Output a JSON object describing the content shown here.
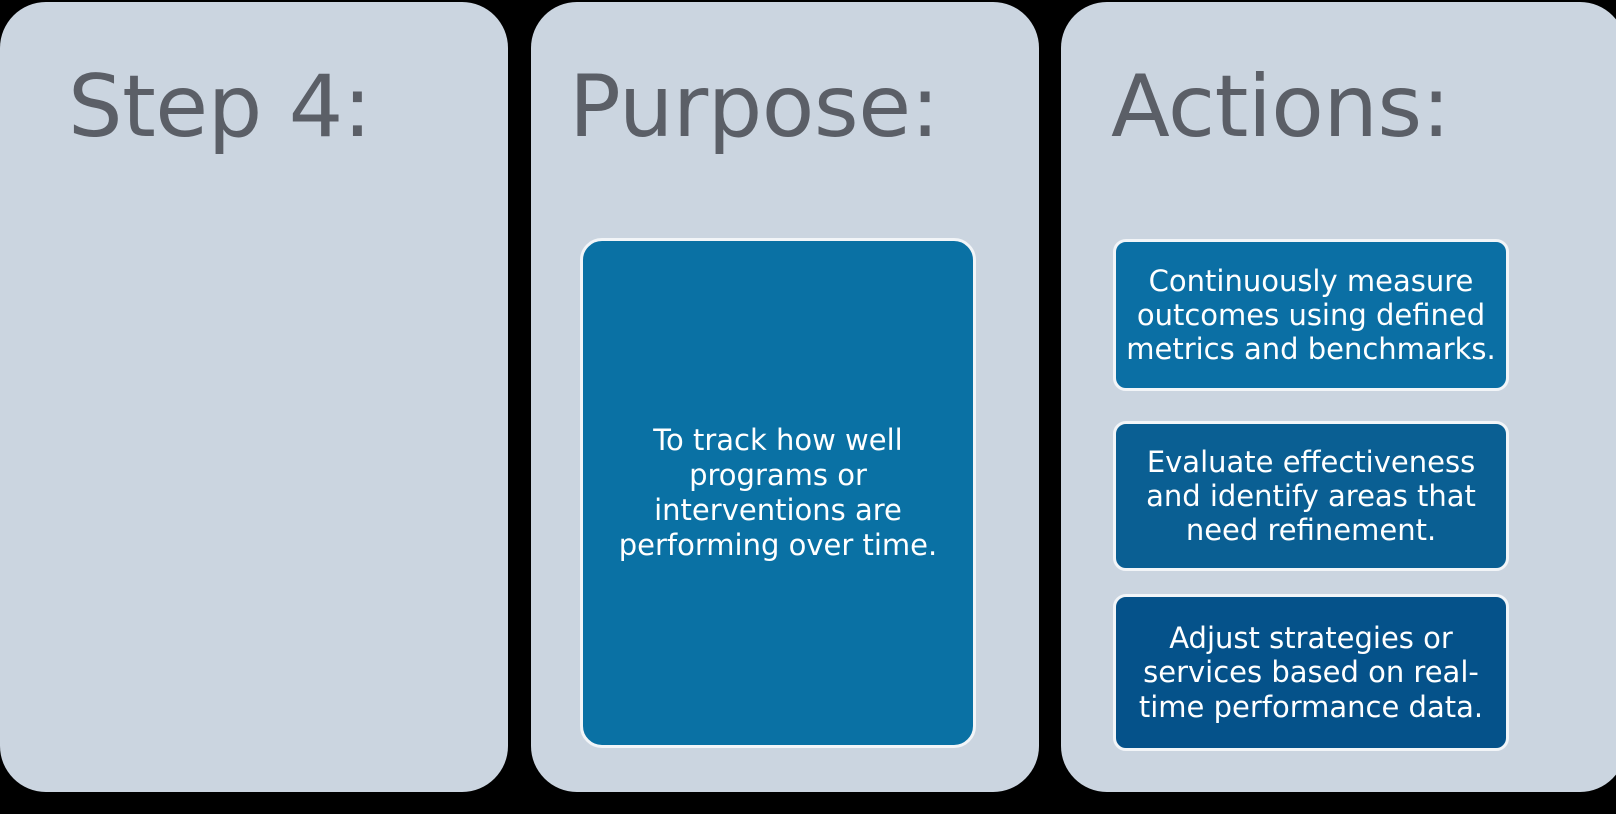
{
  "panels": [
    {
      "id": "step",
      "heading": "Step 4:",
      "body": []
    },
    {
      "id": "purpose",
      "heading": "Purpose:",
      "box_text": "To track how well programs or interventions are performing over time."
    },
    {
      "id": "actions",
      "heading": "Actions:",
      "cards": [
        {
          "text": "Continuously measure outcomes using defined metrics and benchmarks."
        },
        {
          "text": "Evaluate effectiveness and identify areas that need refinement."
        },
        {
          "text": "Adjust strategies or services based on real-time performance data."
        }
      ]
    }
  ],
  "colors": {
    "page_background": "#000000",
    "panel_background": "#cbd5e0",
    "heading_text": "#5b5f67",
    "purpose_box": "#0a71a4",
    "action_card_1": "#0b6fa4",
    "action_card_2": "#0a5f93",
    "action_card_3": "#05528a",
    "card_border": "#f2f5f8",
    "card_text": "#ffffff"
  }
}
